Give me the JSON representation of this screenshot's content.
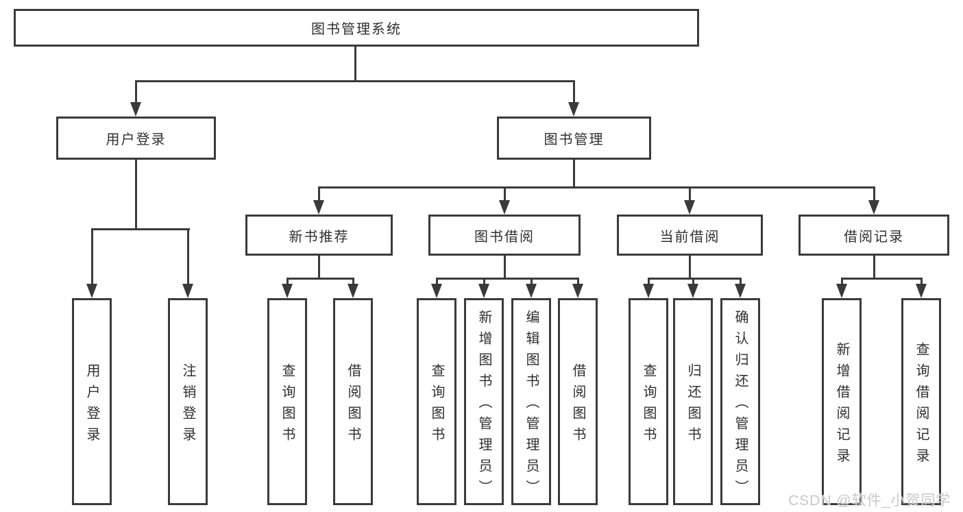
{
  "diagram": {
    "root": {
      "label": "图书管理系统"
    },
    "level2": [
      {
        "label": "用户登录"
      },
      {
        "label": "图书管理"
      }
    ],
    "level3": [
      {
        "label": "新书推荐"
      },
      {
        "label": "图书借阅"
      },
      {
        "label": "当前借阅"
      },
      {
        "label": "借阅记录"
      }
    ],
    "leaves": {
      "user_login": [
        "用户登录",
        "注销登录"
      ],
      "new_book_recommendation": [
        "查询图书",
        "借阅图书"
      ],
      "book_borrowing": [
        "查询图书",
        "新增图书（管理员）",
        "编辑图书（管理员）",
        "借阅图书"
      ],
      "current_borrowing": [
        "查询图书",
        "归还图书",
        "确认归还（管理员）"
      ],
      "borrowing_records": [
        "新增借阅记录",
        "查询借阅记录"
      ]
    }
  },
  "watermark": {
    "text": "CSDN @软件_小贺同学"
  },
  "colors": {
    "line": "#3a3a3a",
    "box_border": "#3a3a3a",
    "text": "#2f2f2f",
    "watermark": "#c9c9c9",
    "background": "#ffffff"
  }
}
